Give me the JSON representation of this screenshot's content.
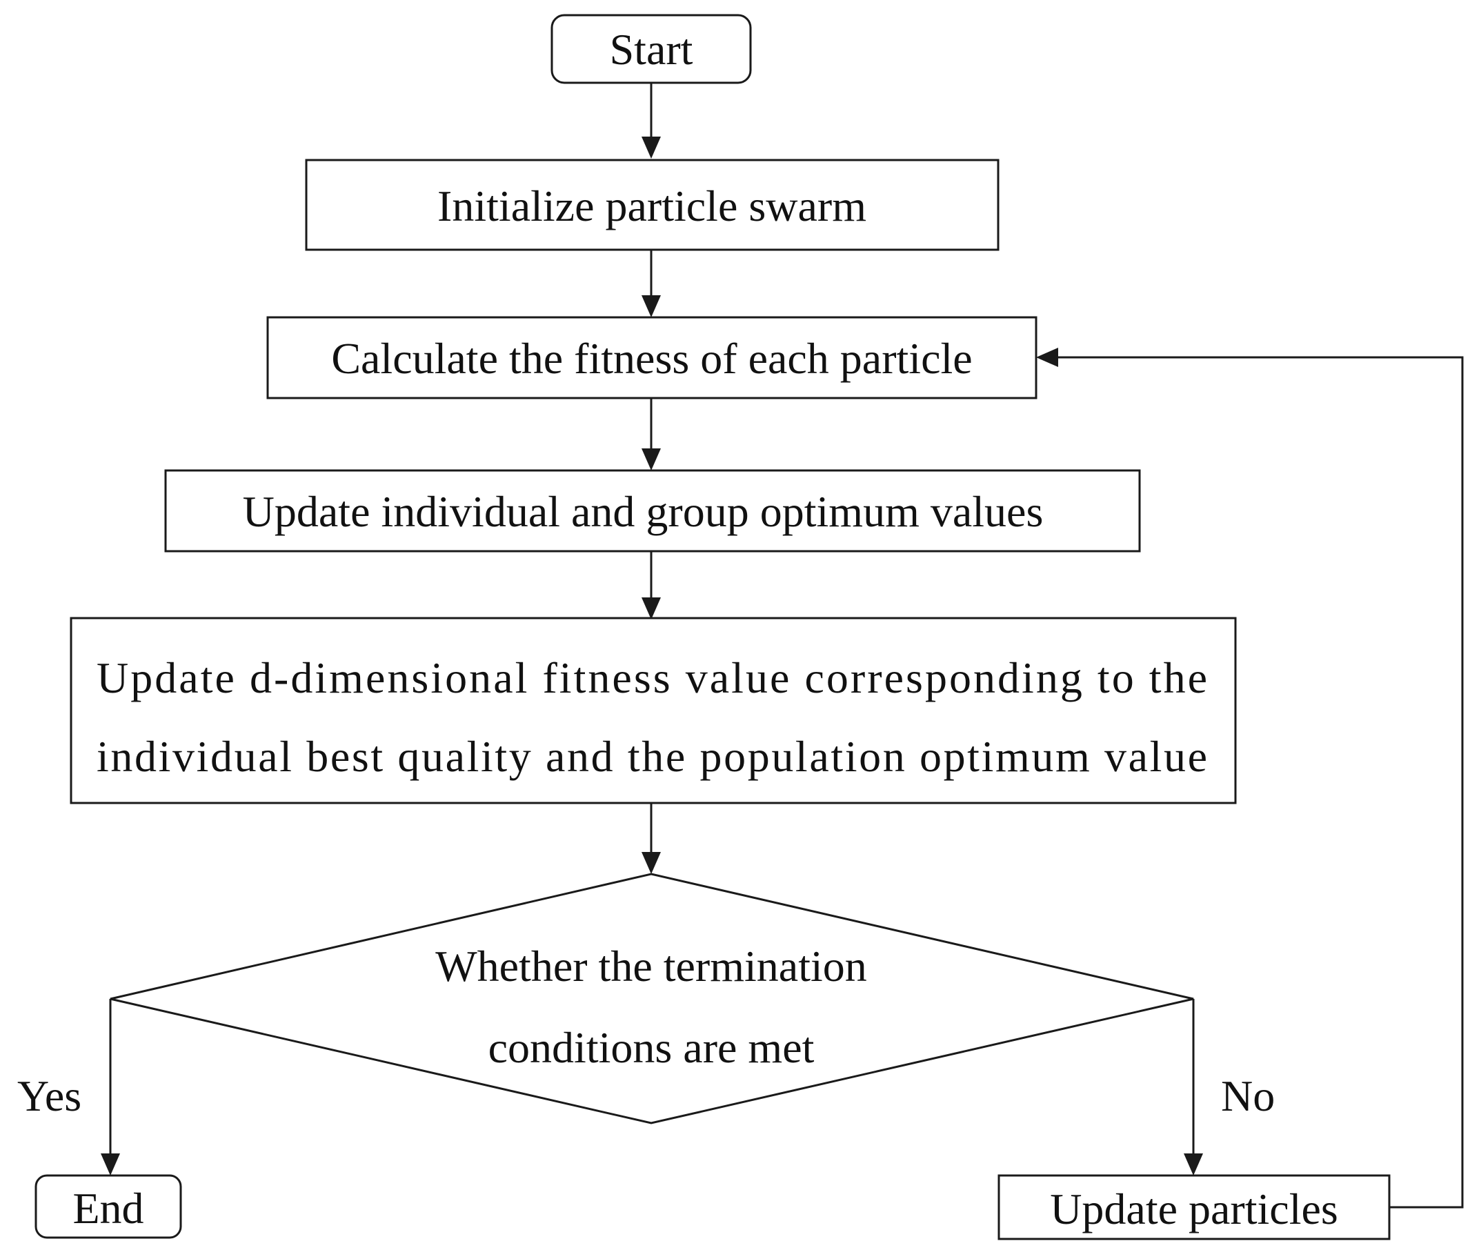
{
  "flowchart": {
    "start": "Start",
    "initialize": "Initialize particle swarm",
    "calculate": "Calculate the fitness of each particle",
    "update_optimum": "Update individual and group optimum values",
    "update_dimensional": {
      "line1": "Update d-dimensional fitness value corresponding to the",
      "line2": "individual best quality and the population optimum value"
    },
    "decision": {
      "line1": "Whether the termination",
      "line2": "conditions are met"
    },
    "yes_label": "Yes",
    "no_label": "No",
    "end": "End",
    "update_particles": "Update particles"
  },
  "colors": {
    "line": "#1a1a1a",
    "background": "#ffffff",
    "text": "#111111"
  }
}
